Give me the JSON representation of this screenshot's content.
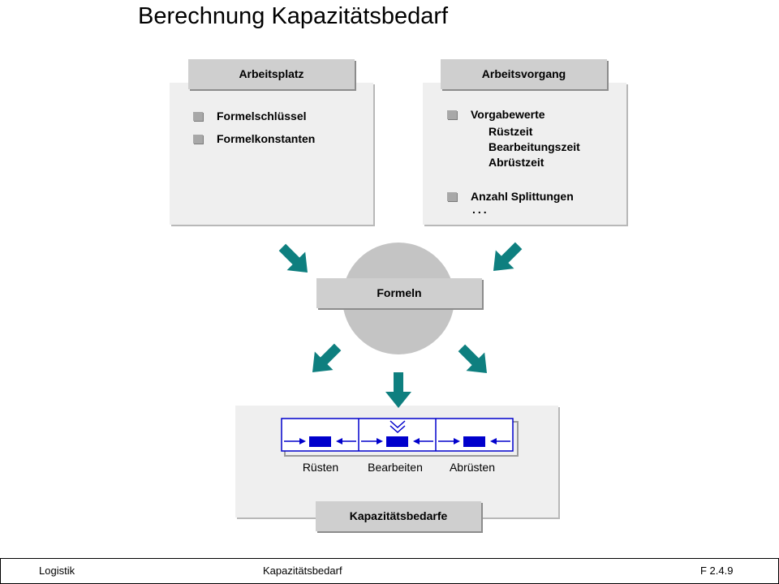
{
  "title": "Berechnung Kapazitätsbedarf",
  "arbeitsplatz": {
    "tab": "Arbeitsplatz",
    "items": [
      "Formelschlüssel",
      "Formelkonstanten"
    ]
  },
  "arbeitsvorgang": {
    "tab": "Arbeitsvorgang",
    "items": [
      "Vorgabewerte",
      "Anzahl Splittungen"
    ],
    "subitems": [
      "Rüstzeit",
      "Bearbeitungszeit",
      "Abrüstzeit"
    ],
    "ellipsis": "..."
  },
  "formeln": {
    "label": "Formeln"
  },
  "kapazitaet": {
    "tab": "Kapazitätsbedarfe",
    "labels": [
      "Rüsten",
      "Bearbeiten",
      "Abrüsten"
    ]
  },
  "footer": {
    "left": "Logistik",
    "center": "Kapazitätsbedarf",
    "right": "F 2.4.9"
  },
  "colors": {
    "arrow": "#0e7f7f",
    "panel": "#efefef",
    "tab": "#cfcfcf",
    "circle": "#c4c4c4",
    "timeline": "#0000cc"
  }
}
